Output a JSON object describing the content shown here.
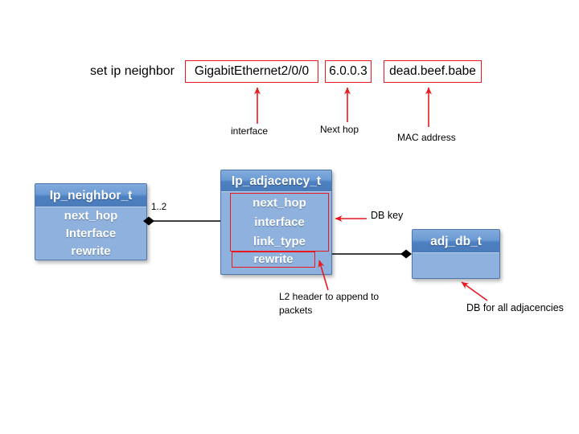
{
  "command": {
    "label": "set ip neighbor",
    "args": [
      {
        "value": "GigabitEthernet2/0/0",
        "annotation": "interface"
      },
      {
        "value": "6.0.0.3",
        "annotation": "Next hop"
      },
      {
        "value": "dead.beef.babe",
        "annotation": "MAC address"
      }
    ]
  },
  "classes": {
    "ip_neighbor": {
      "title": "Ip_neighbor_t",
      "fields": [
        "next_hop",
        "Interface",
        "rewrite"
      ]
    },
    "ip_adjacency": {
      "title": "Ip_adjacency_t",
      "key_fields": [
        "next_hop",
        "interface",
        "link_type"
      ],
      "rewrite_field": "rewrite"
    },
    "adj_db": {
      "title": "adj_db_t"
    }
  },
  "relations": {
    "neighbor_to_adjacency_multiplicity": "1..2"
  },
  "annotations": {
    "db_key": "DB key",
    "l2_header_line1": "L2 header to append to",
    "l2_header_line2": "packets",
    "db_all_adjacencies": "DB for all adjacencies"
  },
  "colors": {
    "highlight_red": "#e8191f",
    "class_header_blue": "#4a7cba",
    "class_body_blue": "#8eb1de",
    "connector_black": "#000000",
    "background": "#ffffff"
  }
}
